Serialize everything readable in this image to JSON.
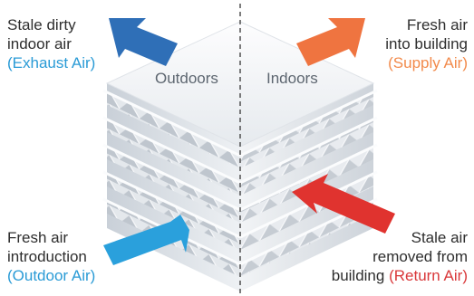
{
  "regions": {
    "outdoors": "Outdoors",
    "indoors": "Indoors"
  },
  "labels": {
    "exhaust": {
      "line1": "Stale dirty",
      "line2": "indoor air",
      "tag": "(Exhaust Air)"
    },
    "supply": {
      "line1": "Fresh air",
      "line2": "into building",
      "tag": "(Supply Air)"
    },
    "outdoor": {
      "line1": "Fresh air",
      "line2": "introduction",
      "tag": "(Outdoor Air)"
    },
    "return": {
      "line1": "Stale air",
      "line2": "removed from",
      "line3": "building",
      "tag": "(Return Air)"
    }
  },
  "colors": {
    "exhaust_arrow": "#2f6fb7",
    "supply_arrow": "#ef7440",
    "outdoor_arrow": "#2aa0dc",
    "return_arrow": "#e0332f",
    "divider": "#444444"
  },
  "icons": {
    "exhaust": "arrow-up-left-icon",
    "supply": "arrow-up-right-icon",
    "outdoor": "arrow-up-right-icon",
    "return": "arrow-down-left-icon"
  }
}
